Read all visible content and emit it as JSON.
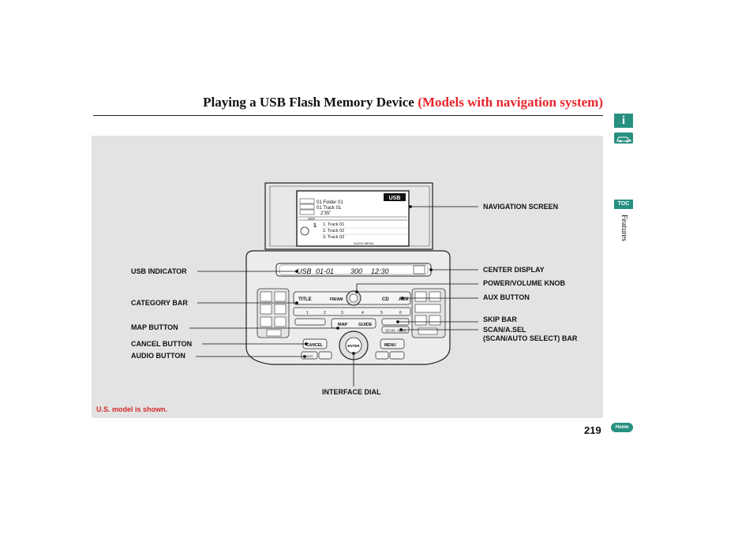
{
  "header": {
    "title_main": "Playing a USB Flash Memory Device",
    "title_sub": "(Models with navigation system)"
  },
  "callouts": {
    "navigation_screen": "NAVIGATION SCREEN",
    "usb_indicator": "USB INDICATOR",
    "center_display": "CENTER DISPLAY",
    "power_volume_knob": "POWER/VOLUME KNOB",
    "category_bar": "CATEGORY BAR",
    "aux_button": "AUX BUTTON",
    "skip_bar": "SKIP BAR",
    "map_button": "MAP BUTTON",
    "scan_asel": "SCAN/A.SEL",
    "scan_auto_select": "(SCAN/AUTO SELECT) BAR",
    "cancel_button": "CANCEL BUTTON",
    "audio_button": "AUDIO BUTTON",
    "interface_dial": "INTERFACE DIAL"
  },
  "screen": {
    "source": "USB",
    "folder_line": "01 Folder 01",
    "track_line": "01 Track 01",
    "time_line": "2'35\"",
    "tracks": [
      "1. Track 01",
      "2. Track 02",
      "3. Track 03"
    ],
    "audio_menu": "AUDIO MENU",
    "skip_label": "SKIP",
    "list_label": "1"
  },
  "center_display": {
    "source": "USB",
    "folder_track": "01-01",
    "time": "300",
    "clock": "12:30"
  },
  "console": {
    "title_btn": "TITLE",
    "fm_am_btn": "FM/AM",
    "cd_btn": "CD",
    "aux_btn": "AUX",
    "presets": [
      "1",
      "2",
      "3",
      "4",
      "5",
      "6"
    ],
    "map_btn": "MAP",
    "guide_btn": "GUIDE",
    "enter_btn": "ENTER",
    "cancel_btn": "CANCEL",
    "menu_btn": "MENU",
    "audio_btn": "AUDIO",
    "scan_btn": "SCAN",
    "asel_btn": "A.SEL"
  },
  "footer": {
    "note": "U.S. model is shown.",
    "page_number": "219"
  },
  "sidebar": {
    "info_icon_label": "i",
    "toc_label": "TOC",
    "section_label": "Features",
    "home_label": "Home"
  },
  "colors": {
    "accent_red": "#e8242a",
    "sidebar_teal": "#27907f",
    "panel_gray": "#e3e3e3"
  }
}
